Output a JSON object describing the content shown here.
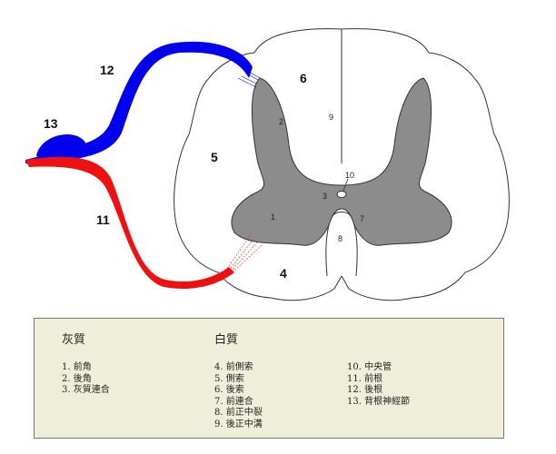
{
  "labels": {
    "n1": "1",
    "n2": "2",
    "n3": "3",
    "n4": "4",
    "n5": "5",
    "n6": "6",
    "n7": "7",
    "n8": "8",
    "n9": "9",
    "n10": "10",
    "n11": "11",
    "n12": "12",
    "n13": "13"
  },
  "colors": {
    "dorsal_root": "#0000ee",
    "ventral_root": "#ee1111",
    "gray_matter": "#8c8c8c",
    "white_matter": "#ffffff",
    "legend_bg": "#efeed8"
  },
  "legend": {
    "col1": {
      "heading": "灰質",
      "items": [
        "1. 前角",
        "2. 後角",
        "3. 灰質連合"
      ]
    },
    "col2": {
      "heading": "白質",
      "items": [
        "4.  前側索",
        "5.  側索",
        "6.  後索",
        "7.  前連合",
        "8.  前正中裂",
        "9.  後正中溝"
      ]
    },
    "col3": {
      "items": [
        "10.  中央管",
        "11.  前根",
        "12.  後根",
        "13.  背根神經節"
      ]
    }
  }
}
